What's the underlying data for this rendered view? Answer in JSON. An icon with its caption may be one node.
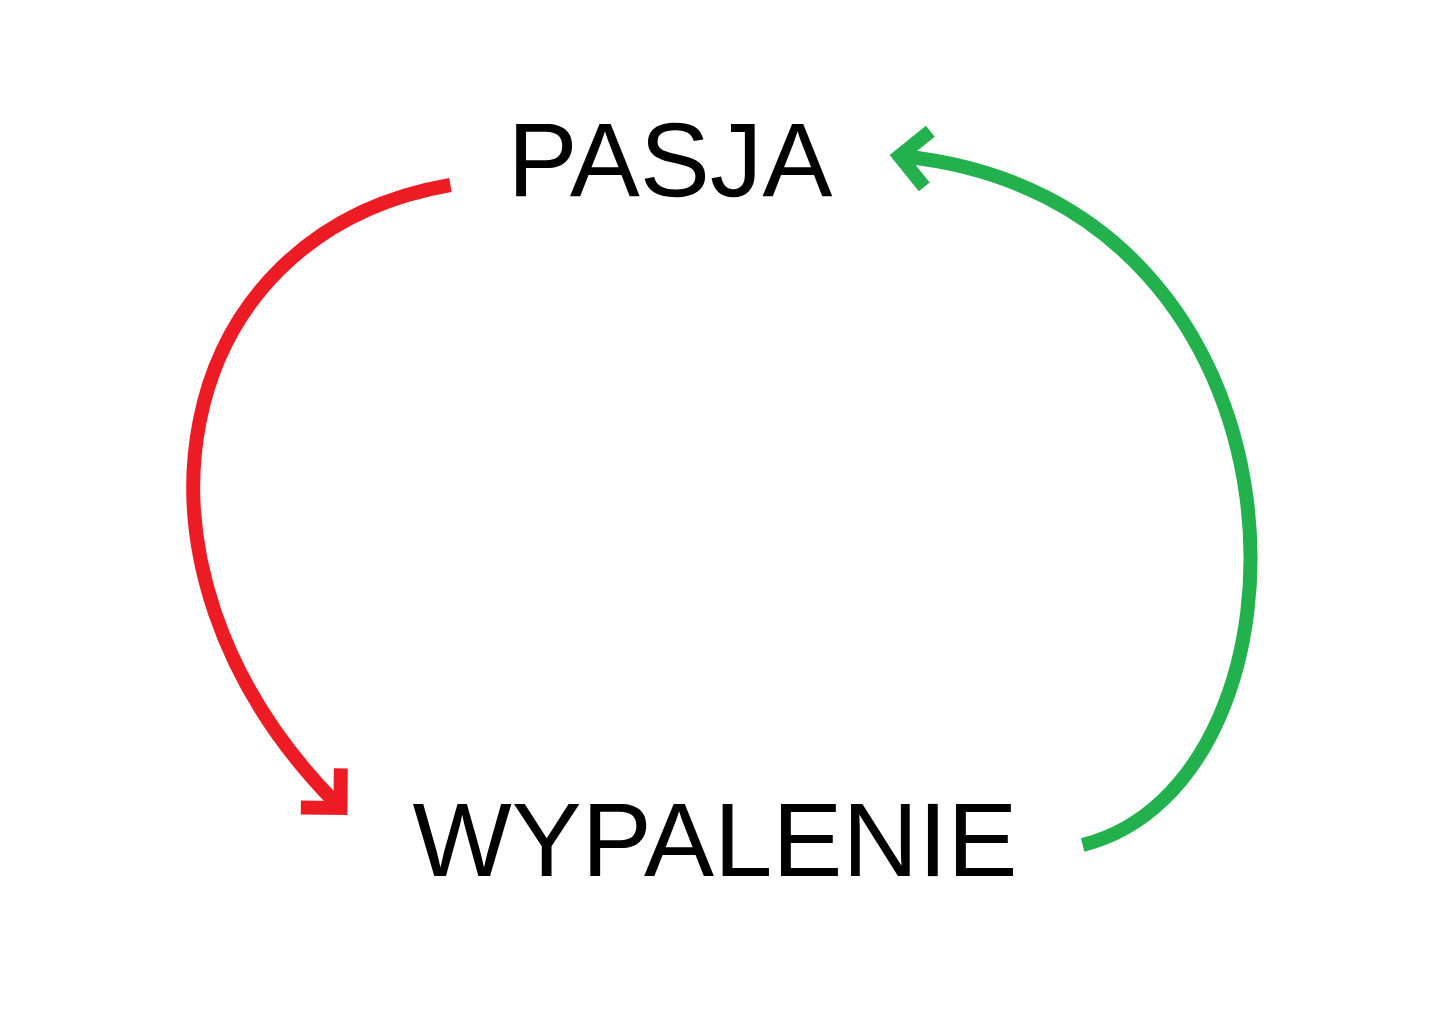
{
  "diagram": {
    "nodes": [
      {
        "text": [
          "PASJA"
        ]
      },
      {
        "text": [
          "WYPALENIE"
        ]
      }
    ],
    "edges": [
      {
        "from": 0,
        "to": 1,
        "arrow": "to",
        "color": "#ed1c24"
      },
      {
        "from": 1,
        "to": 0,
        "arrow": "to",
        "color": "#22b14c"
      }
    ]
  }
}
